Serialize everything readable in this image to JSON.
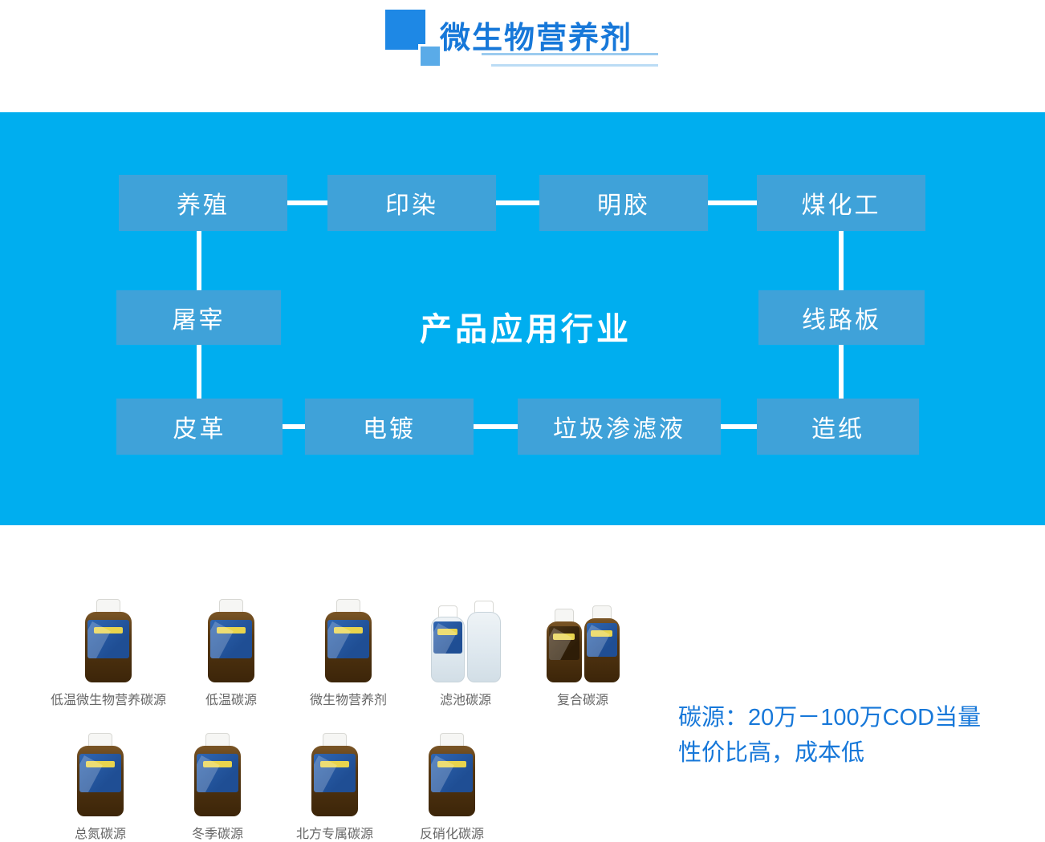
{
  "header": {
    "title": "微生物营养剂"
  },
  "diagram": {
    "center_title": "产品应用行业",
    "boxes": [
      {
        "label": "养殖"
      },
      {
        "label": "印染"
      },
      {
        "label": "明胶"
      },
      {
        "label": "煤化工"
      },
      {
        "label": "屠宰"
      },
      {
        "label": "线路板"
      },
      {
        "label": "皮革"
      },
      {
        "label": "电镀"
      },
      {
        "label": "垃圾渗滤液"
      },
      {
        "label": "造纸"
      }
    ]
  },
  "products": {
    "row1": [
      {
        "label": "低温微生物营养碳源"
      },
      {
        "label": "低温碳源"
      },
      {
        "label": "微生物营养剂"
      },
      {
        "label": "滤池碳源"
      },
      {
        "label": "复合碳源"
      }
    ],
    "row2": [
      {
        "label": "总氮碳源"
      },
      {
        "label": "冬季碳源"
      },
      {
        "label": "北方专属碳源"
      },
      {
        "label": "反硝化碳源"
      }
    ],
    "note_line1": "碳源：20万－100万COD当量",
    "note_line2": "性价比高，成本低"
  },
  "colors": {
    "banner_background": "#00AEEF",
    "diagram_box": "#3FA2D9",
    "accent_blue": "#1778D9",
    "square_icon_blue": "#1E88E5"
  }
}
